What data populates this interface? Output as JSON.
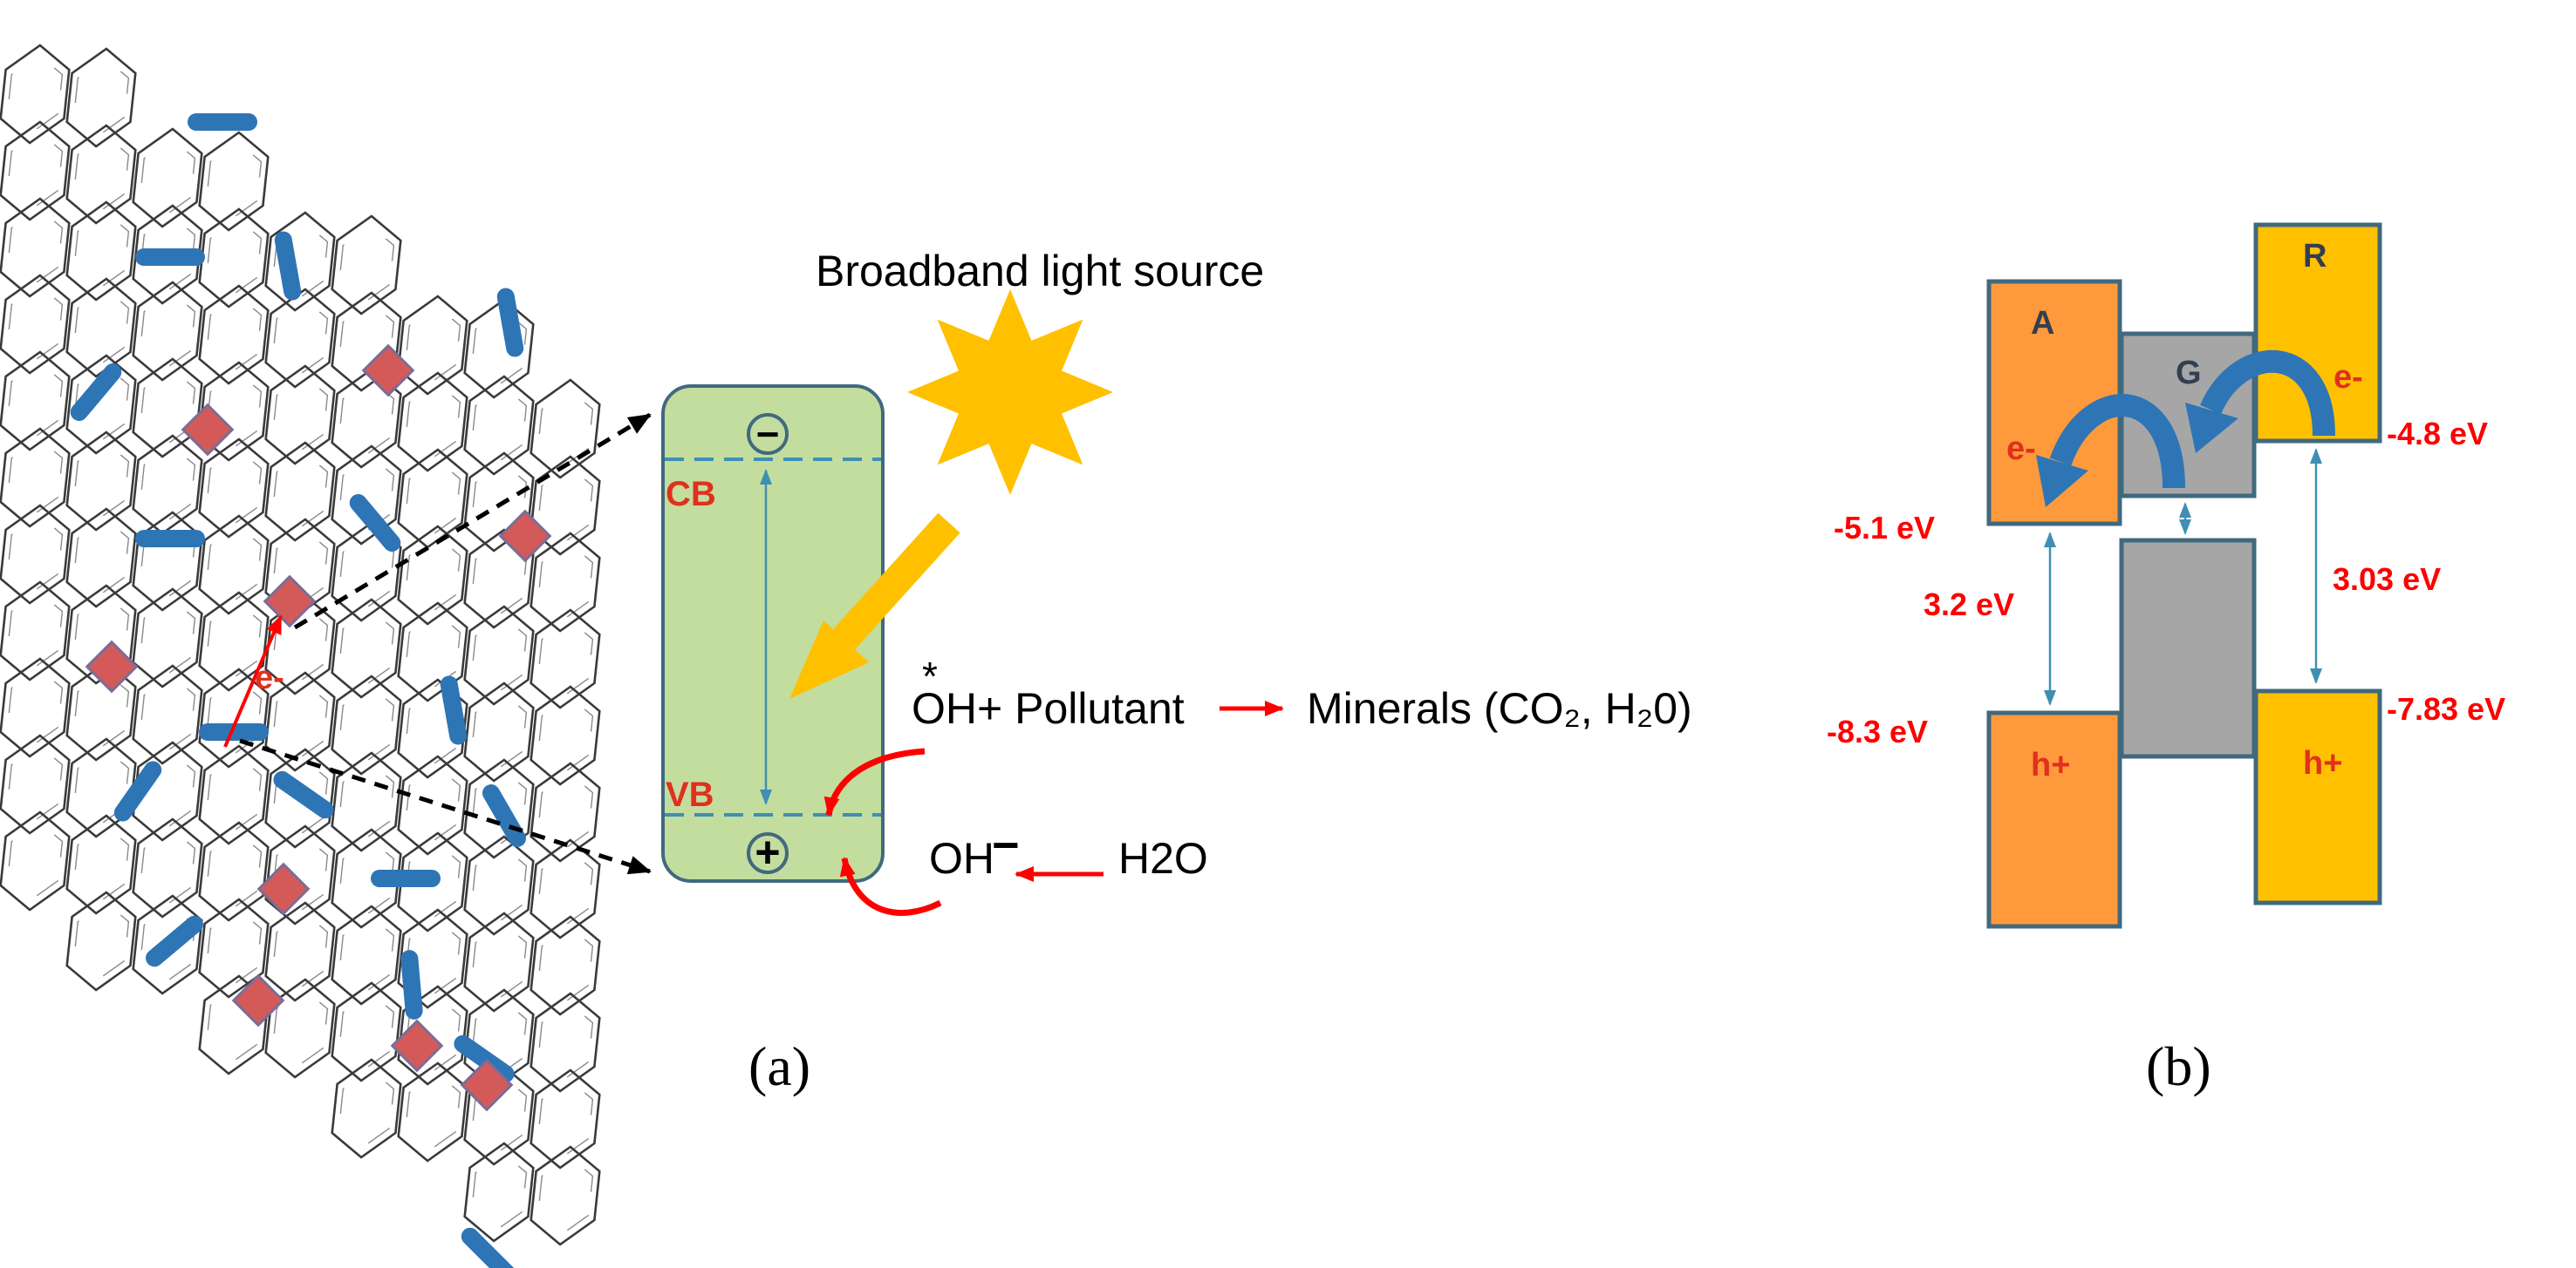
{
  "colors": {
    "band_green": "#c3dd9f",
    "band_stroke": "#41697e",
    "dash_blue": "#3f8fb3",
    "sun": "#ffc000",
    "arrow_yellow": "#ffc000",
    "red": "#ff0000",
    "label_red": "#e0301e",
    "rod_blue": "#2e75b6",
    "diamond_fill": "#d45a5a",
    "diamond_stroke": "#7a6d96",
    "box_orange": "#ff9a3c",
    "box_gray": "#a6a6a6",
    "box_yellow": "#ffc000",
    "box_stroke": "#41697e",
    "curve_blue": "#2e75b6"
  },
  "panel_a": {
    "light_source": "Broadband light source",
    "cb_label": "CB",
    "vb_label": "VB",
    "electron_sign": "−",
    "hole_sign": "+",
    "lattice_electron": "e-",
    "radical_star": "*",
    "reaction_oh_pollutant": "OH+ Pollutant",
    "reaction_minerals": "Minerals (CO₂, H₂0)",
    "reaction_oh_minus": "OH",
    "oh_minus_sup": "−",
    "reaction_h2o": "H2O",
    "panel_label": "(a)"
  },
  "panel_b": {
    "box_a": "A",
    "box_g": "G",
    "box_r": "R",
    "electron_a": "e-",
    "electron_r": "e-",
    "hole_a": "h+",
    "hole_r": "h+",
    "level_a_cb": "-5.1 eV",
    "level_a_vb": "-8.3 eV",
    "level_r_cb": "-4.8 eV",
    "level_r_vb": "-7.83 eV",
    "gap_a": "3.2 eV",
    "gap_r": "3.03 eV",
    "panel_label": "(b)"
  }
}
